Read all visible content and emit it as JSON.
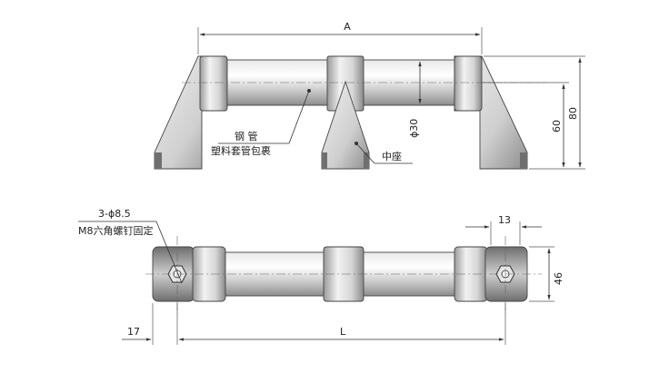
{
  "dimensions": {
    "width_A": "A",
    "height_60": "60",
    "height_80": "80",
    "tube_dia": "ϕ30",
    "hole_spec": "3-ϕ8.5",
    "screw_spec": "M8六角螺钉固定",
    "offset_17": "17",
    "length_L": "L",
    "width_13": "13",
    "height_46": "46"
  },
  "callouts": {
    "tube_line1": "钢 管",
    "tube_line2": "塑料套管包裹",
    "center_seat": "中座"
  },
  "colors": {
    "metal_light": "#f4f4f4",
    "metal_mid": "#c8c8c8",
    "metal_dark": "#7a7a7a",
    "line": "#333333"
  }
}
